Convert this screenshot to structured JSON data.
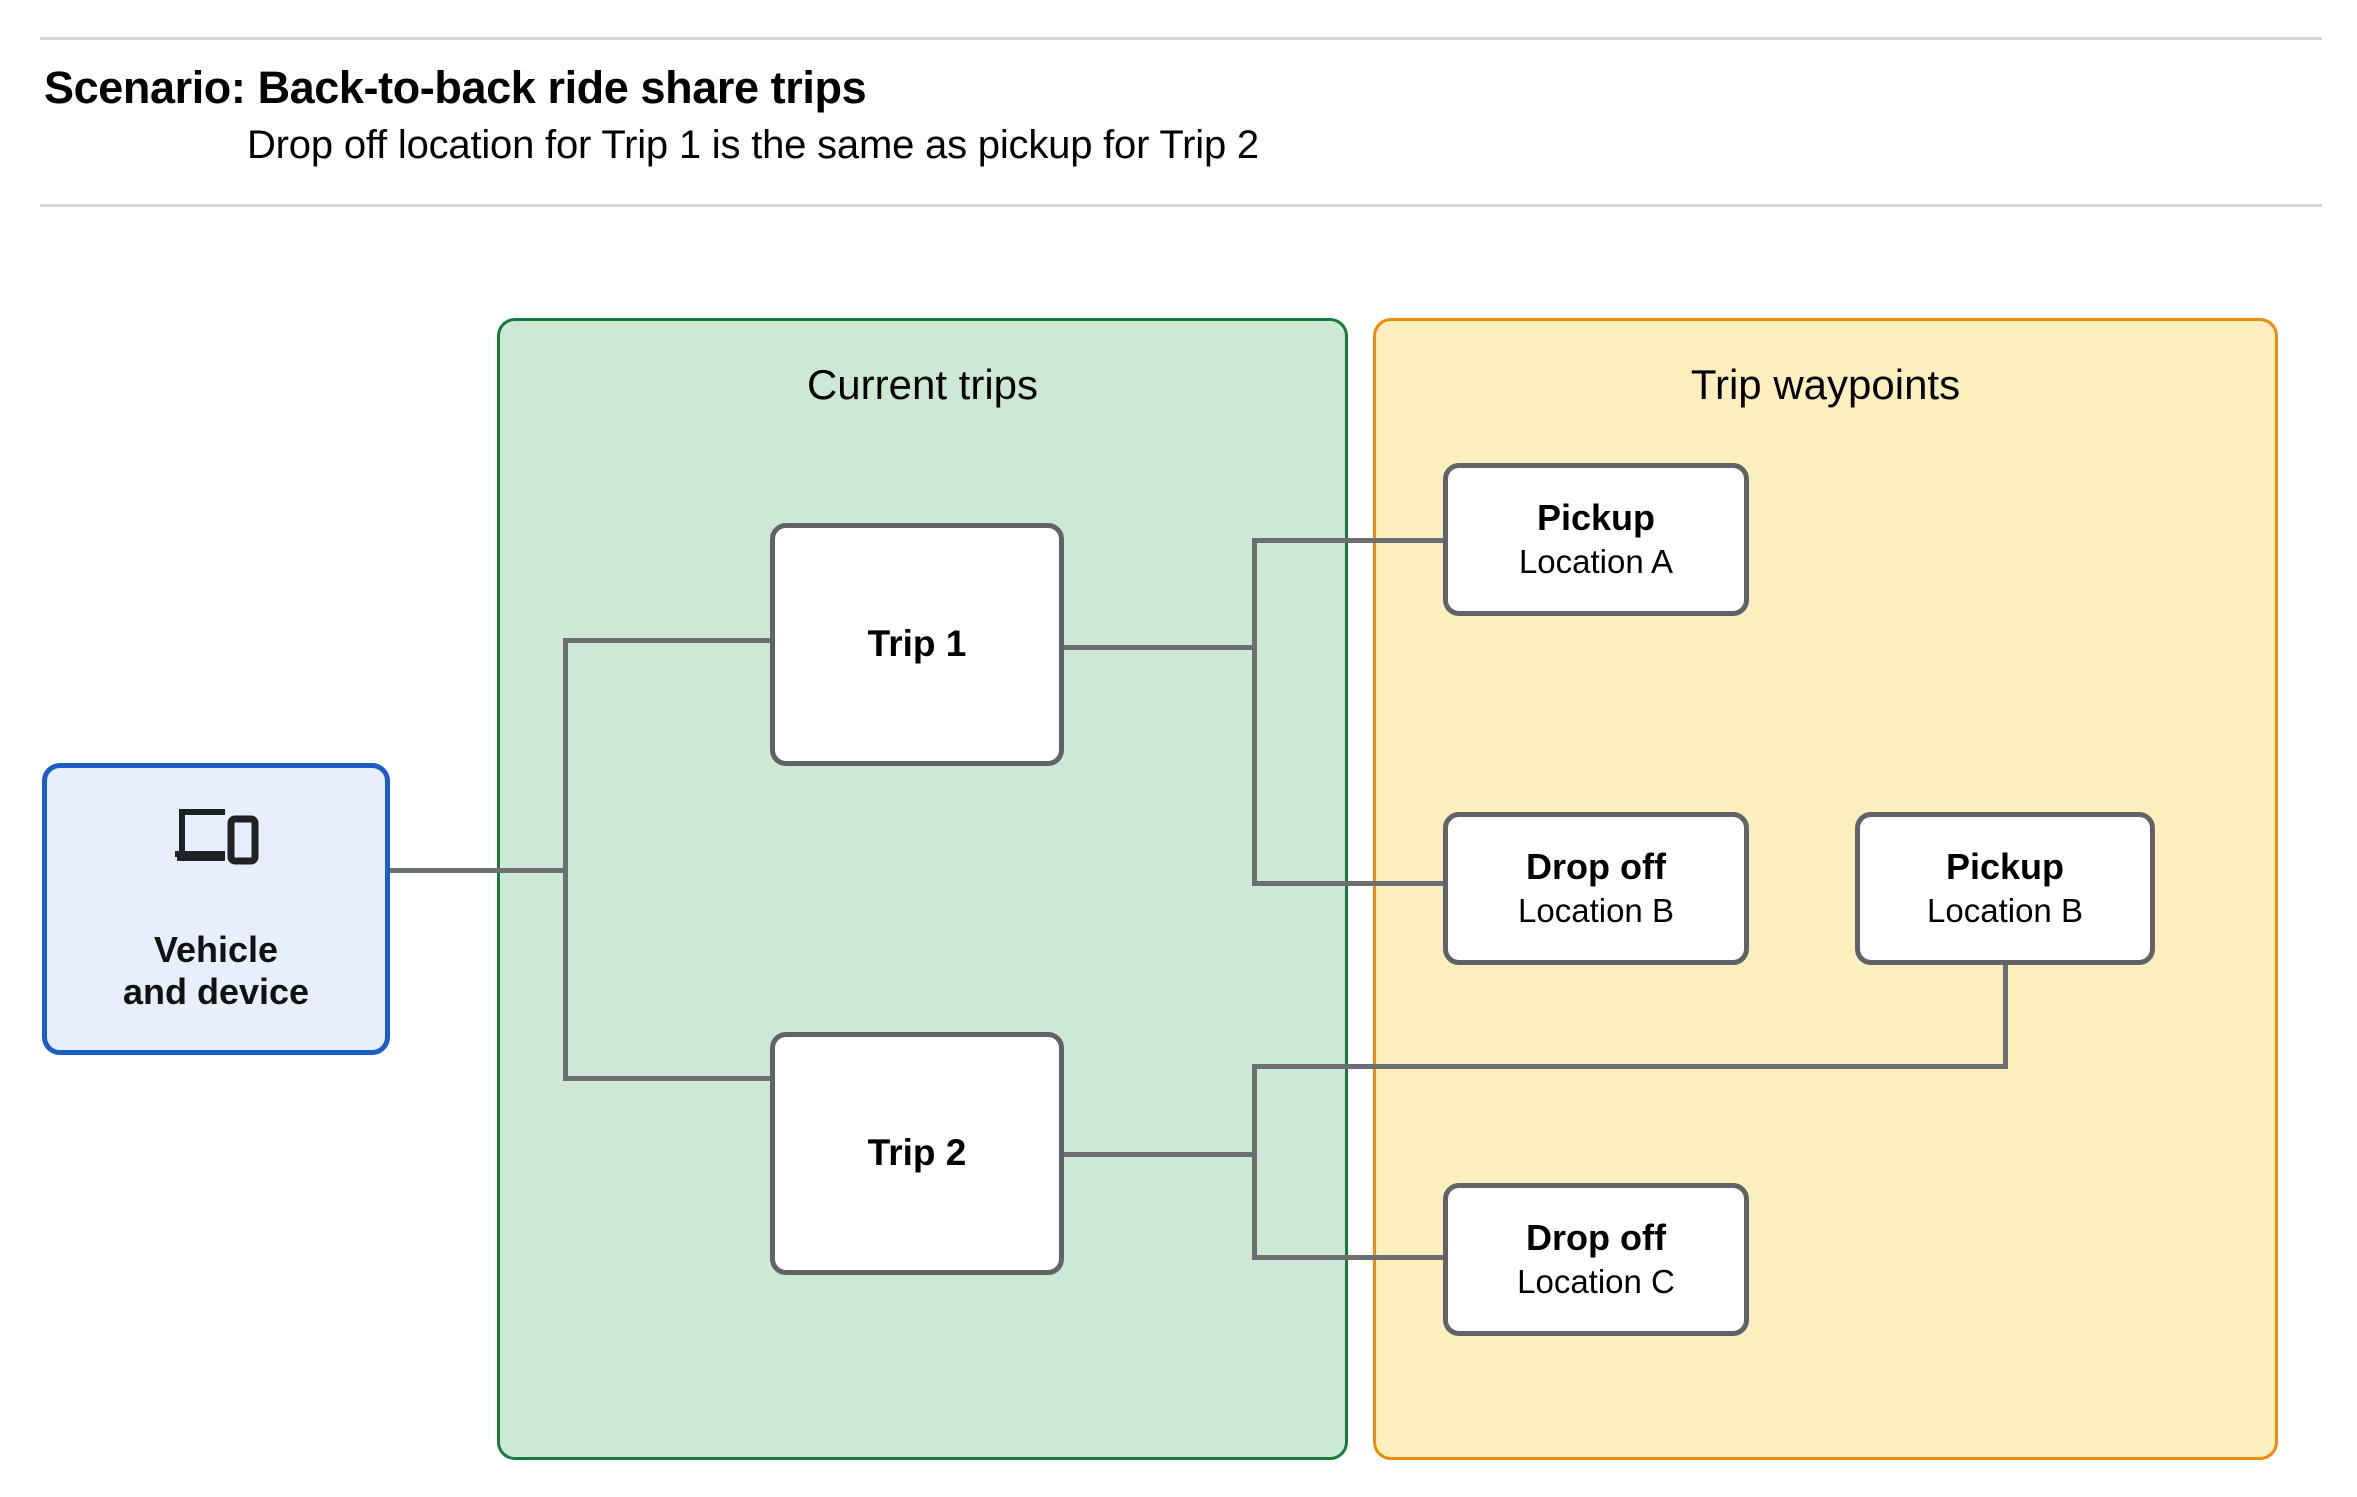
{
  "header": {
    "title": "Scenario: Back-to-back ride share trips",
    "subtitle": "Drop off  location for Trip 1 is the same as pickup for Trip 2"
  },
  "groups": {
    "current_trips": {
      "title": "Current trips",
      "fill": "#cde9d6",
      "border": "#167c3c"
    },
    "trip_waypoints": {
      "title": "Trip waypoints",
      "fill": "#fdeebe",
      "border": "#f08a0c"
    }
  },
  "vehicle": {
    "icon": "devices-icon",
    "label": "Vehicle\nand device",
    "fill": "#e8eefc",
    "border": "#1a5fc8"
  },
  "trips": [
    {
      "label": "Trip 1"
    },
    {
      "label": "Trip 2"
    }
  ],
  "waypoints": [
    {
      "type": "Pickup",
      "location": "Location A"
    },
    {
      "type": "Drop off",
      "location": "Location B"
    },
    {
      "type": "Pickup",
      "location": "Location B"
    },
    {
      "type": "Drop off",
      "location": "Location C"
    }
  ],
  "connector_color": "#6c6f72"
}
